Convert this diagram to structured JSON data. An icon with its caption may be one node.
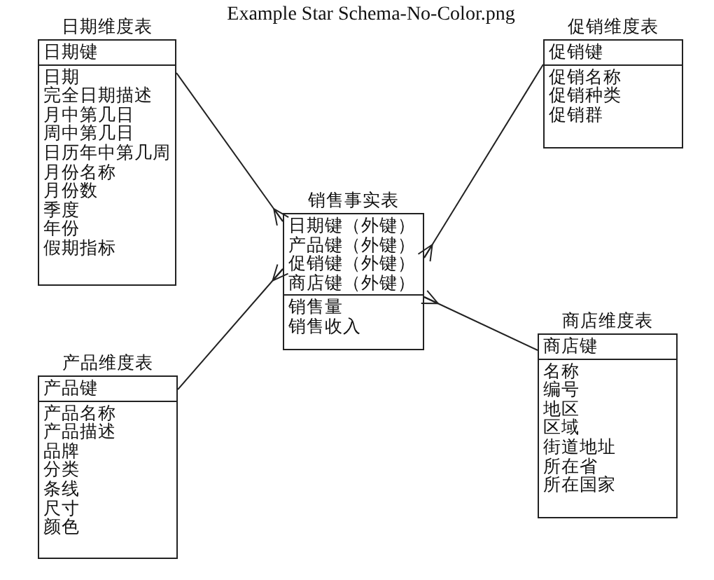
{
  "diagram": {
    "title": "Example Star Schema-No-Color.png",
    "nodes": [
      {
        "text": [
          "日期维度表",
          "日期键",
          "日期",
          "完全日期描述",
          "月中第几日",
          "周中第几日",
          "日历年中第几周",
          "月份名称",
          "月份数",
          "季度",
          "年份",
          "假期指标"
        ]
      },
      {
        "text": [
          "促销维度表",
          "促销键",
          "促销名称",
          "促销种类",
          "促销群"
        ]
      },
      {
        "text": [
          "销售事实表",
          "日期键（外键）",
          "产品键（外键）",
          "促销键（外键）",
          "商店键（外键）",
          "销售量",
          "销售收入"
        ]
      },
      {
        "text": [
          "产品维度表",
          "产品键",
          "产品名称",
          "产品描述",
          "品牌",
          "分类",
          "条线",
          "尺寸",
          "颜色"
        ]
      },
      {
        "text": [
          "商店维度表",
          "商店键",
          "名称",
          "编号",
          "地区",
          "区域",
          "街道地址",
          "所在省",
          "所在国家"
        ]
      }
    ],
    "edges": [
      {
        "from": 0,
        "to": 2,
        "arrow": "other"
      },
      {
        "from": 3,
        "to": 2,
        "arrow": "other"
      },
      {
        "from": 1,
        "to": 2,
        "arrow": "other"
      },
      {
        "from": 4,
        "to": 2,
        "arrow": "other"
      }
    ]
  }
}
